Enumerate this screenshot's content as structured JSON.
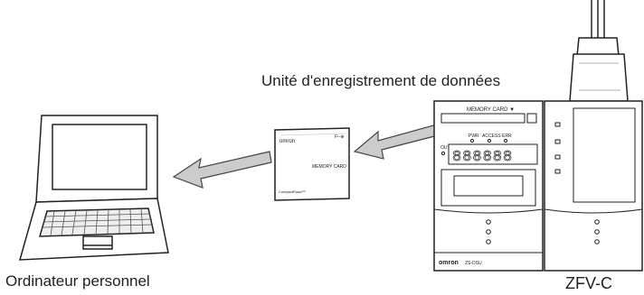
{
  "labels": {
    "logger_unit": "Unité d'enregistrement de données",
    "personal_computer": "Ordinateur personnel",
    "zfv_c": "ZFV-C"
  },
  "memory_card": {
    "brand": "omron",
    "model_tag": "F¹-⊕",
    "label": "MEMORY CARD",
    "footer": "CompactFlash™"
  },
  "logger_device": {
    "slot_label": "MEMORY CARD ▼",
    "indicators": [
      "PWR",
      "ACCESS",
      "ERR"
    ],
    "out_label": "OUT",
    "digits": "888888",
    "brand": "omron",
    "model": "ZS-DSU"
  }
}
